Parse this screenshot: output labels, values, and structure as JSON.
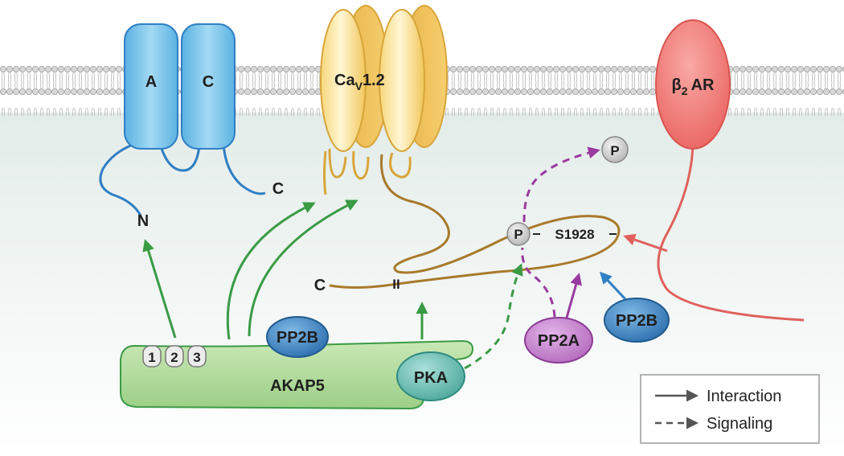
{
  "labels": {
    "channel_a": "A",
    "channel_c": "C",
    "channel_n_term": "N",
    "channel_c_term": "C",
    "cav_main": "Ca",
    "cav_sub": "V",
    "cav_num": "1.2",
    "beta_main": "β",
    "beta_sub": "2",
    "beta_rest": "AR",
    "cav_c_term": "C",
    "ii_mark": "II",
    "s1928": "S1928",
    "phospho_1": "P",
    "phospho_2": "P",
    "akap5": "AKAP5",
    "pp2b_1": "PP2B",
    "pp2b_2": "PP2B",
    "pka": "PKA",
    "pp2a": "PP2A",
    "akap_site_1": "1",
    "akap_site_2": "2",
    "akap_site_3": "3"
  },
  "legend": {
    "interaction": "Interaction",
    "signaling": "Signaling"
  },
  "colors": {
    "membrane_head": "#d9d9d9",
    "cytoplasm": "#e6eeec",
    "blue_channel": "#7cc4e8",
    "cav_fill": "#fbe6a6",
    "cav_stroke": "#d8a53a",
    "beta_fill": "#f28a86",
    "akap_fill": "#b6dca3",
    "green_arrow": "#3a9b45",
    "purple": "#9a3aa0",
    "blue_arrow": "#2f7fc4",
    "red_arrow": "#e0605c",
    "brown": "#a87a2c"
  }
}
